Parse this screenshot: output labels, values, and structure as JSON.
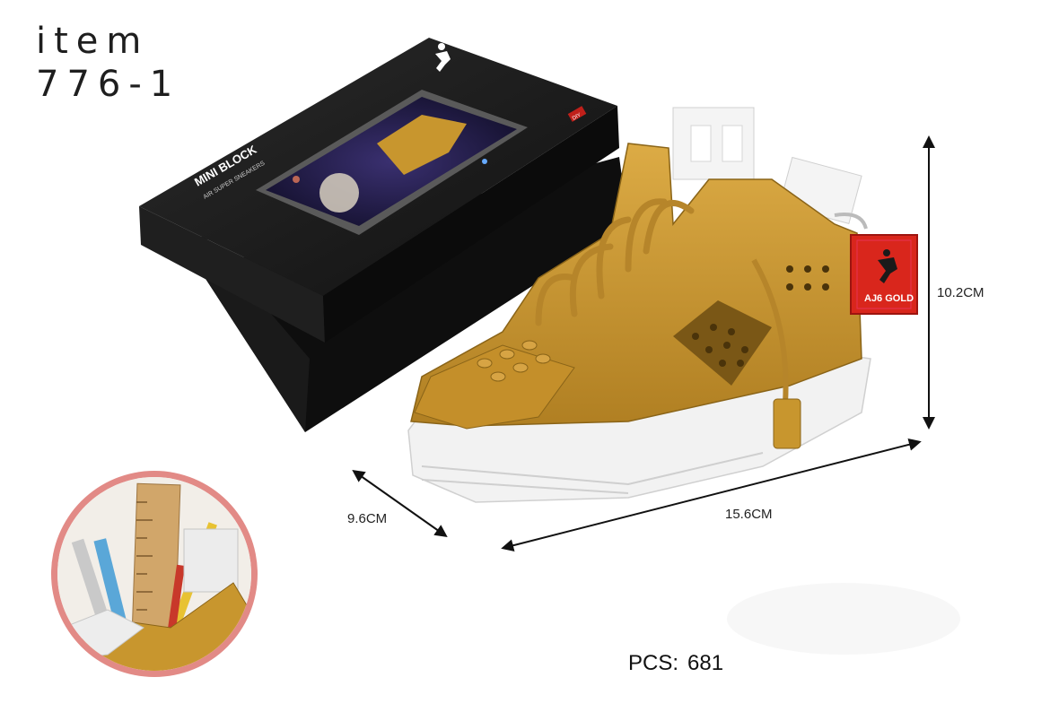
{
  "item": {
    "line1": "item",
    "line2": "776-1"
  },
  "box": {
    "brand_line1": "MINI BLOCK",
    "brand_line2": "AIR SUPER SNEAKERS",
    "badge": "DIY",
    "logo_icon": "jumpman-logo-icon"
  },
  "tag": {
    "text": "AJ6 GOLD",
    "icon": "jumpman-logo-icon"
  },
  "dimensions": {
    "height": "10.2CM",
    "depth": "9.6CM",
    "length": "15.6CM"
  },
  "pieces": {
    "label": "PCS:",
    "value": "681"
  },
  "colors": {
    "box": "#161616",
    "sneaker_gold": "#c8962e",
    "sole_white": "#f2f2f2",
    "tag_red": "#d9261c",
    "inset_ring": "#e28a86"
  }
}
